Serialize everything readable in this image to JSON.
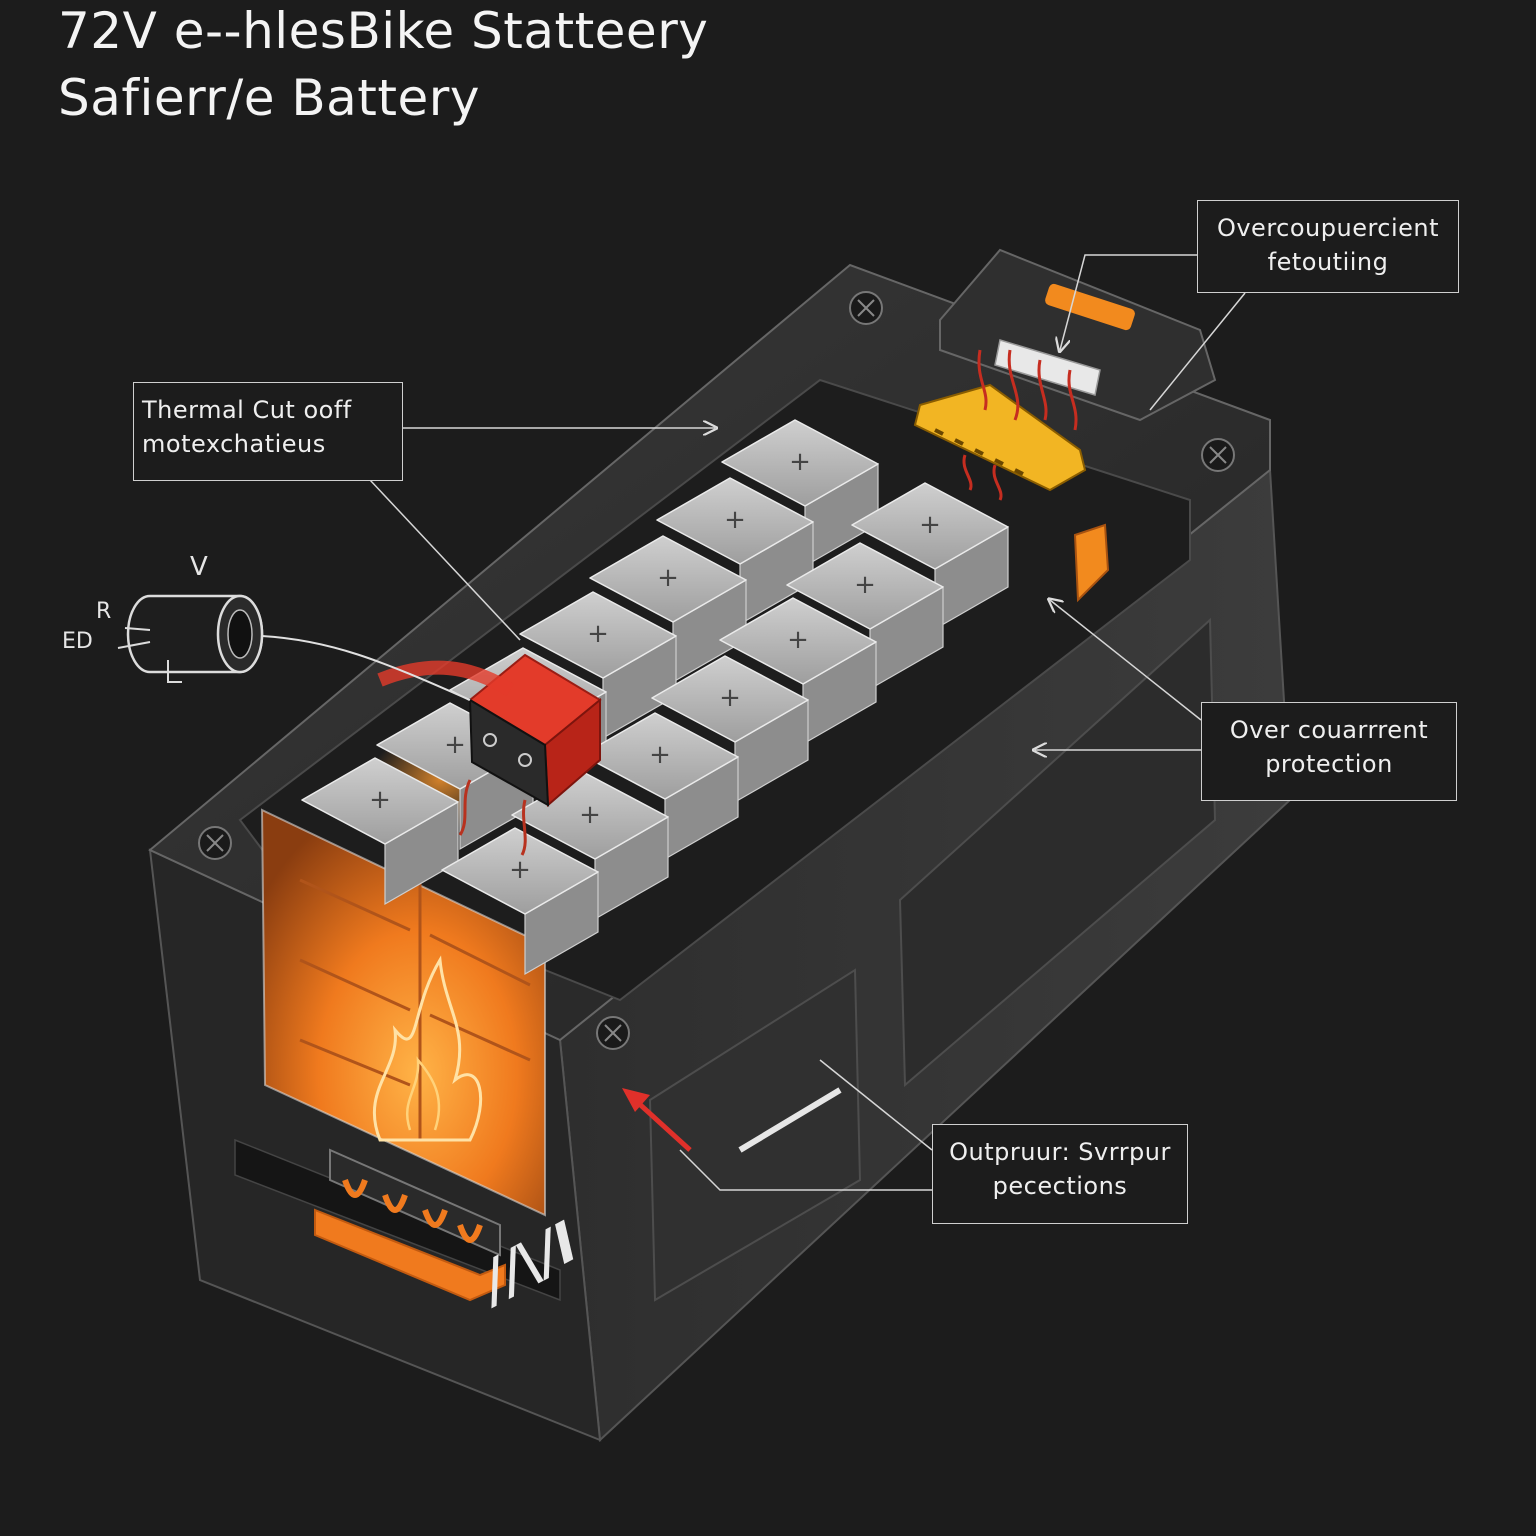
{
  "title": {
    "line1": "72V e--hlesBike Statteery",
    "line2": "Safierr/e Battery"
  },
  "callouts": {
    "thermal": {
      "line1": "Thermal Cut ooff",
      "line2": "motexchatieus"
    },
    "overcurrent_top": {
      "line1": "Overcoupuercient",
      "line2": "fetoutiing"
    },
    "overcurrent_mid": {
      "line1": "Over couarrrent",
      "line2": "protection"
    },
    "output": {
      "line1": "Outpruur: Svrrpur",
      "line2": "pecections"
    }
  },
  "sensor": {
    "v_label": "V",
    "r_label": "R",
    "e_label": "ED"
  },
  "brand_mark": "//\\/I",
  "cell_symbol": "+",
  "colors": {
    "background": "#1c1c1c",
    "case": "#2b2b2b",
    "cell": "#bdbdbd",
    "heat": "#f07a1e",
    "connector": "#f2a21d",
    "cutoff_red": "#d93025",
    "arrow_red": "#e0302a"
  },
  "icons": [
    "screw-icon",
    "flame-icon",
    "thermal-sensor-icon",
    "connector-icon"
  ]
}
